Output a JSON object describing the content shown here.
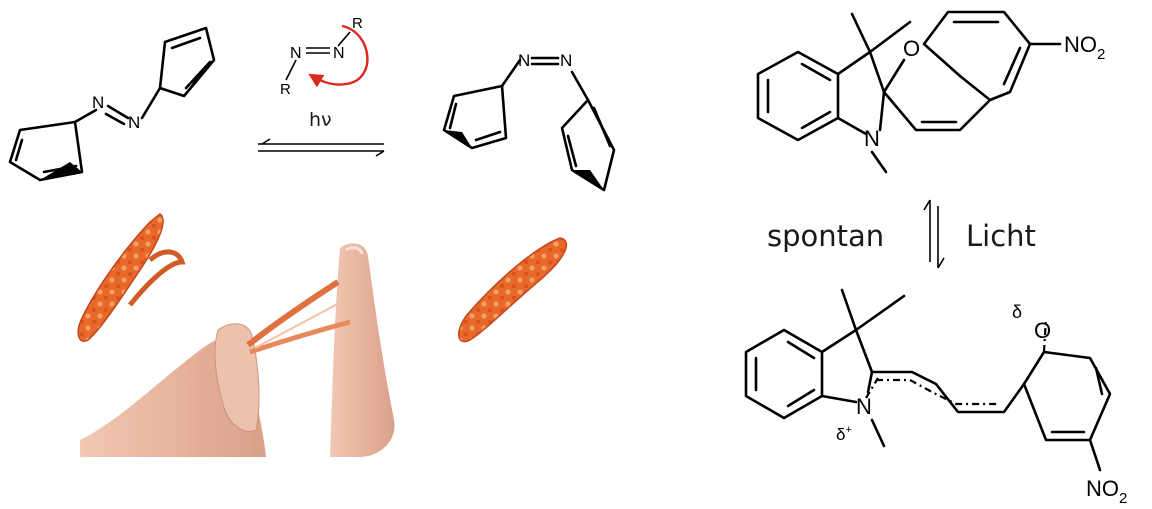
{
  "azobenzene": {
    "atom_n": "N",
    "substituent_r": "R",
    "light": "hν"
  },
  "spiropyran": {
    "o_label": "O",
    "n_label": "N",
    "no2_label": "NO",
    "no2_sub": "2",
    "spontaneous": "spontan",
    "light": "Licht"
  },
  "merocyanine": {
    "o_label": "O",
    "n_label": "N",
    "delta_minus": "δ",
    "delta_plus": "δ",
    "plus_sign": "+",
    "no2_label": "NO",
    "no2_sub": "2"
  },
  "colors": {
    "arrow_red": "#e0281e",
    "clip_orange": "#e8672a",
    "skin": "#e8b8a2"
  }
}
